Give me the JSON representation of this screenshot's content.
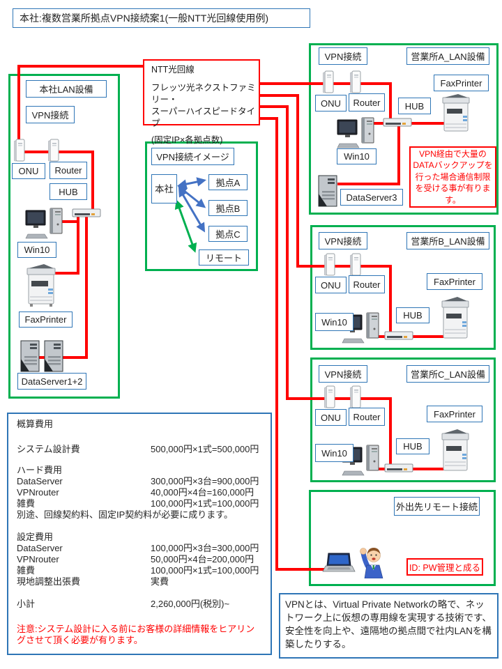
{
  "title": "本社:複数営業所拠点VPN接続案1(一般NTT光回線使用例)",
  "colors": {
    "box_green": "#00B050",
    "wire_red": "#FF0000",
    "label_blue": "#2E75B6",
    "arrow_blue": "#4472C4"
  },
  "ntt": {
    "title": "NTT光回線",
    "line1": "フレッツ光ネクストファミリー・",
    "line2": "スーパーハイスピードタイプ",
    "line3": "(固定IP×各拠点数)"
  },
  "hq": {
    "title": "本社LAN設備",
    "vpn_label": "VPN接続",
    "onu": "ONU",
    "router": "Router",
    "hub": "HUB",
    "pc": "Win10",
    "fax": "FaxPrinter",
    "server": "DataServer1+2"
  },
  "vpn_image": {
    "title": "VPN接続イメージ",
    "hq": "本社",
    "site_a": "拠点A",
    "site_b": "拠点B",
    "site_c": "拠点C",
    "remote": "リモート"
  },
  "office_a": {
    "vpn_label": "VPN接続",
    "title": "営業所A_LAN設備",
    "onu": "ONU",
    "router": "Router",
    "hub": "HUB",
    "fax": "FaxPrinter",
    "pc": "Win10",
    "server": "DataServer3",
    "warning": "VPN経由で大量のDATAバックアップを行った場合通信制限を受ける事が有ります。"
  },
  "office_b": {
    "vpn_label": "VPN接続",
    "title": "営業所B_LAN設備",
    "onu": "ONU",
    "router": "Router",
    "hub": "HUB",
    "fax": "FaxPrinter",
    "pc": "Win10"
  },
  "office_c": {
    "vpn_label": "VPN接続",
    "title": "営業所C_LAN設備",
    "onu": "ONU",
    "router": "Router",
    "hub": "HUB",
    "fax": "FaxPrinter",
    "pc": "Win10"
  },
  "remote": {
    "title": "外出先リモート接続",
    "note": "ID: PW管理と成る"
  },
  "estimate": {
    "title": "概算費用",
    "rows": [
      {
        "label": "システム設計費",
        "value": "500,000円×1式=500,000円"
      },
      {
        "label": "ハード費用",
        "value": ""
      },
      {
        "label": "DataServer",
        "value": "300,000円×3台=900,000円"
      },
      {
        "label": "VPNrouter",
        "value": "40,000円×4台=160,000円"
      },
      {
        "label": "雑費",
        "value": "100,000円×1式=100,000円"
      },
      {
        "label": "別途、回線契約料、固定IP契約料が必要に成ります。",
        "value": ""
      },
      {
        "label": "設定費用",
        "value": ""
      },
      {
        "label": "DataServer",
        "value": "100,000円×3台=300,000円"
      },
      {
        "label": "VPNrouter",
        "value": "50,000円×4台=200,000円"
      },
      {
        "label": "雑費",
        "value": "100,000円×1式=100,000円"
      },
      {
        "label": "現地調整出張費",
        "value": "実費"
      },
      {
        "label": "小計",
        "value": "2,260,000円(税別)~"
      }
    ],
    "warning": "注意:システム設計に入る前にお客様の詳細情報をヒアリングさせて頂く必要が有ります。"
  },
  "vpn_note": "VPNとは、Virtual Private Networkの略で、ネットワーク上に仮想の専用線を実現する技術です、安全性を向上や、遠隔地の拠点間で社内LANを構築したりする。"
}
